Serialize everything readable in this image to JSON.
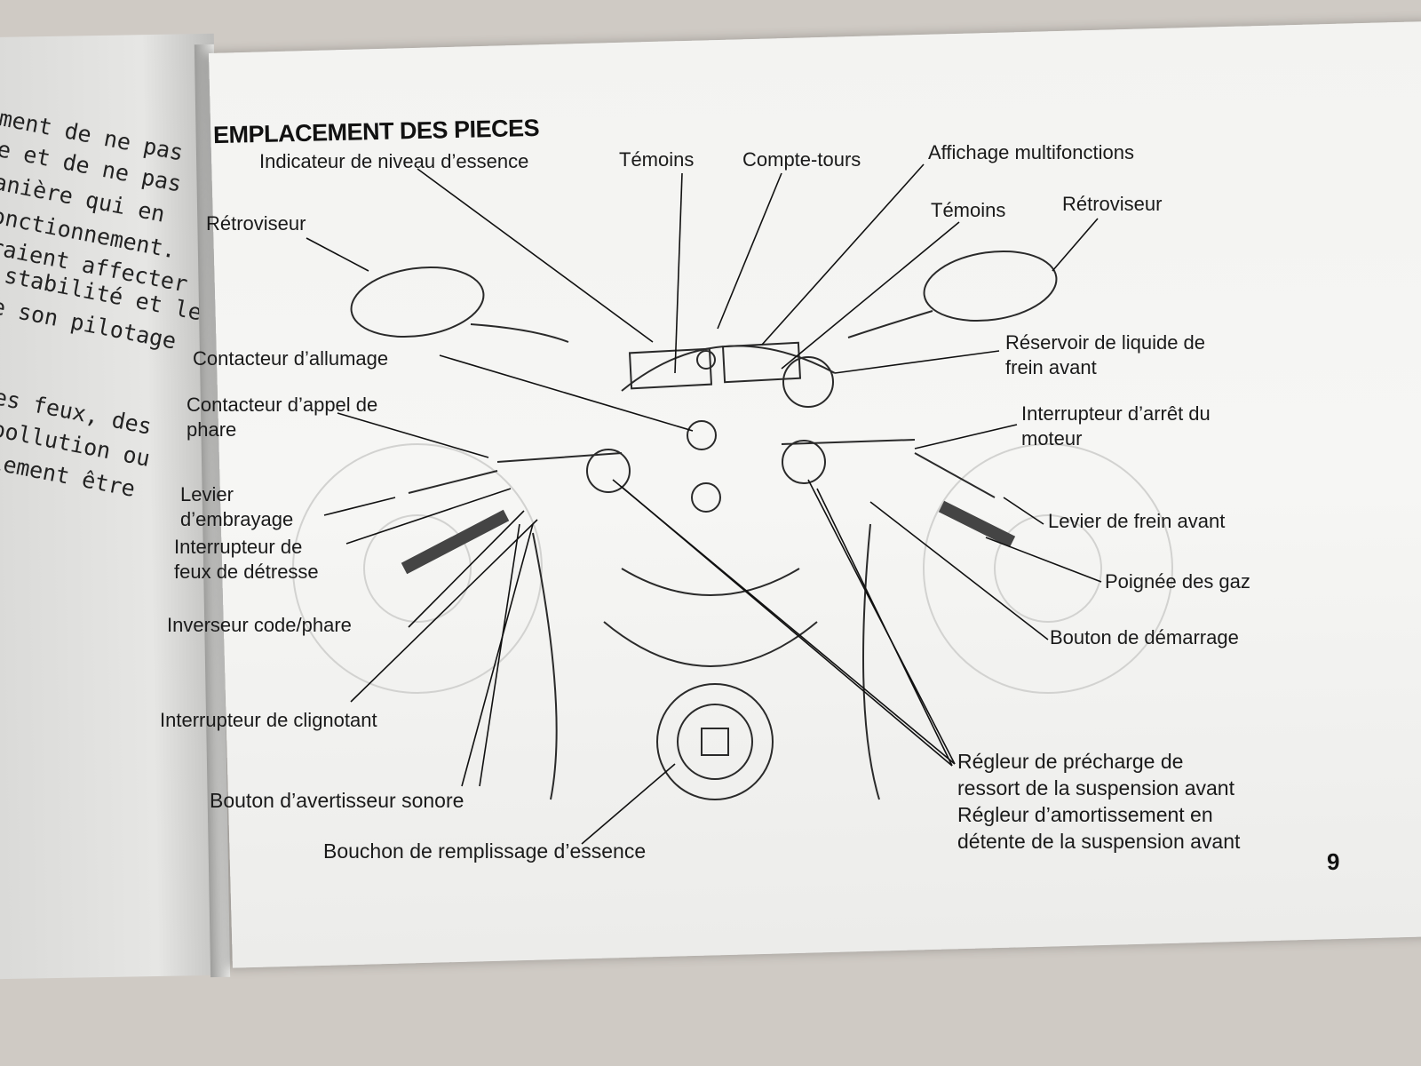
{
  "left_page": {
    "lines": [
      "ment de ne pas",
      "e et de ne pas",
      "anière qui en",
      "onctionnement.",
      "raient affecter",
      "stabilité et le",
      "e son pilotage",
      "es feux, des",
      "pollution ou",
      "lement être"
    ]
  },
  "right_page": {
    "title": "EMPLACEMENT DES PIECES",
    "page_number": "9",
    "labels": {
      "fuel_gauge": "Indicateur de niveau d’essence",
      "indicators_top": "Témoins",
      "tachometer": "Compte-tours",
      "multifunction_display": "Affichage multifonctions",
      "mirror_left": "Rétroviseur",
      "indicators_right": "Témoins",
      "mirror_right": "Rétroviseur",
      "ignition_switch": "Contacteur d’allumage",
      "brake_fluid_reservoir": [
        "Réservoir de liquide de",
        "frein avant"
      ],
      "passing_light_switch": [
        "Contacteur d’appel de",
        "phare"
      ],
      "engine_stop_switch": [
        "Interrupteur d’arrêt du",
        "moteur"
      ],
      "clutch_lever": [
        "Levier",
        "d’embrayage"
      ],
      "hazard_switch": [
        "Interrupteur de",
        "feux de détresse"
      ],
      "front_brake_lever": "Levier de frein avant",
      "throttle_grip": "Poignée des gaz",
      "dimmer_switch": "Inverseur code/phare",
      "start_button": "Bouton de démarrage",
      "turn_signal_switch": "Interrupteur de clignotant",
      "suspension_adjusters": [
        "Régleur de précharge de",
        "ressort de la suspension avant",
        "Régleur d’amortissement en",
        "détente de la suspension avant"
      ],
      "horn_button": "Bouton d’avertisseur sonore",
      "fuel_fill_cap": "Bouchon de remplissage d’essence"
    }
  }
}
